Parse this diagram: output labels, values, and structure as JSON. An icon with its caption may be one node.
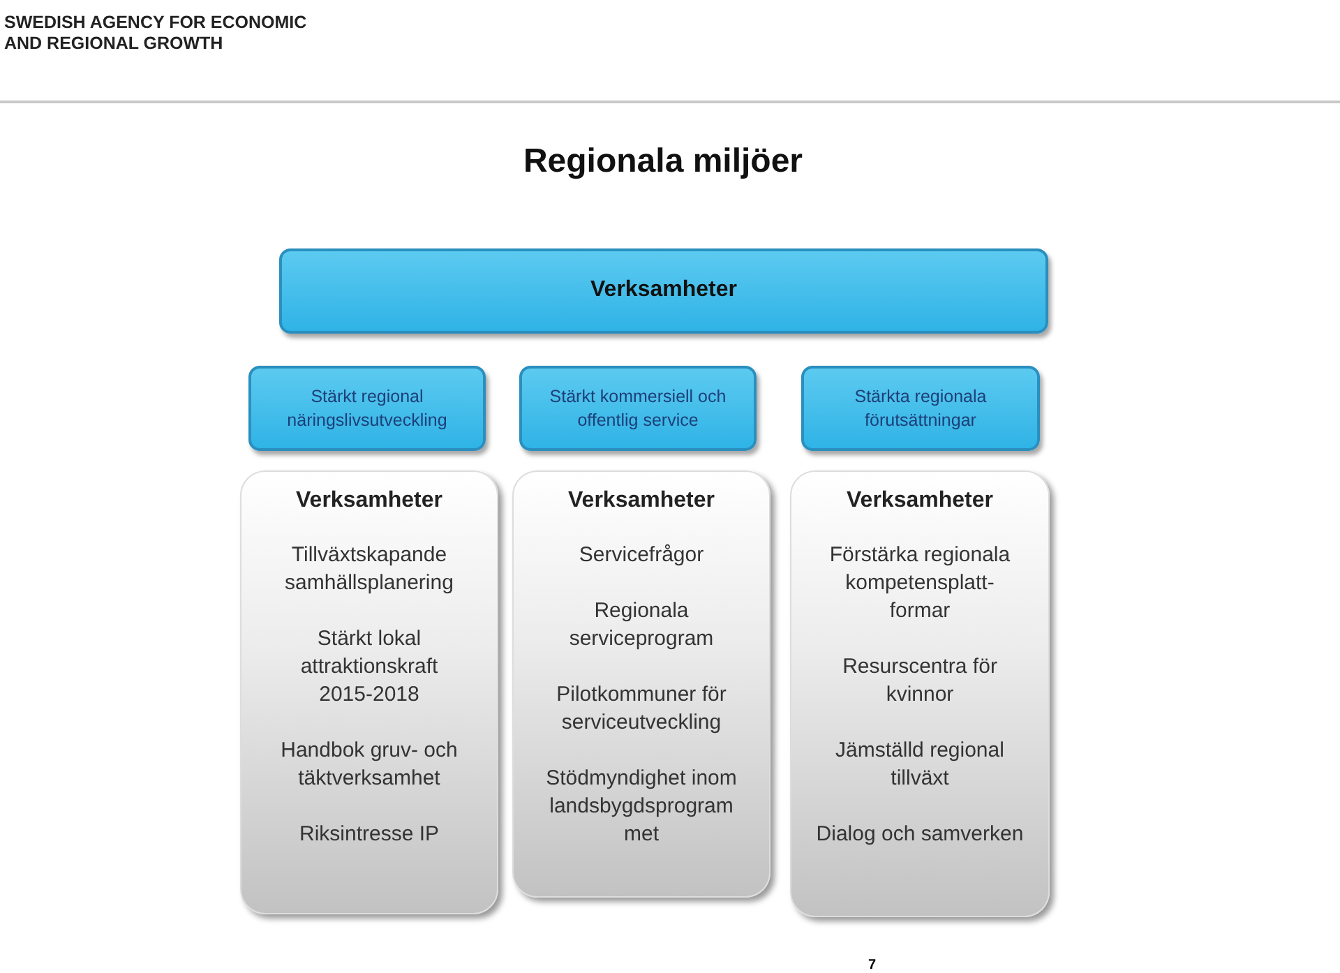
{
  "diagram": {
    "title": "Regionala miljöer",
    "nodes": [
      {
        "text": [
          "Verksamheter"
        ]
      },
      {
        "text": [
          "Stärkt regional näringslivsutveckling"
        ]
      },
      {
        "text": [
          "Stärkt kommersiell och offentlig service"
        ]
      },
      {
        "text": [
          "Stärkta regionala förutsättningar"
        ]
      },
      {
        "text": [
          "Verksamheter",
          "Tillväxtskapande samhällsplanering",
          "Stärkt lokal attraktionskraft 2015-2018",
          "Handbok gruv- och täktverksamhet",
          "Riksintresse IP"
        ]
      },
      {
        "text": [
          "Verksamheter",
          "Servicefrågor",
          "Regionala serviceprogram",
          "Pilotkommuner för serviceutveckling",
          "Stödmyndighet inom landsbygdsprogram met"
        ]
      },
      {
        "text": [
          "Verksamheter",
          "Förstärka regionala kompetensplatt- formar",
          "Resurscentra för kvinnor",
          "Jämställd regional tillväxt",
          "Dialog och samverken"
        ]
      }
    ],
    "labels": [
      "SWEDISH AGENCY FOR ECONOMIC AND REGIONAL GROWTH",
      "7"
    ]
  }
}
